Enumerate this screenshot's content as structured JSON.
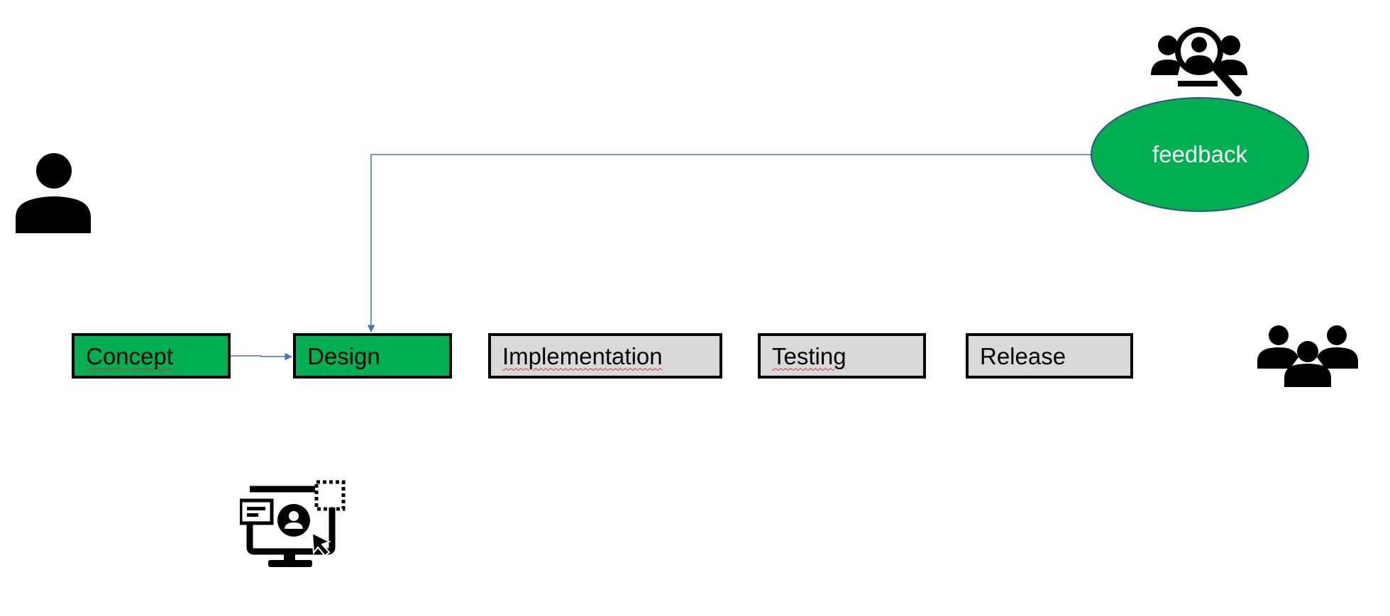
{
  "colors": {
    "active_stage": "#00b050",
    "inactive_stage": "#d9d9d9",
    "connector": "#4472c4",
    "ellipse_border": "#2f528f",
    "icon": "#000000"
  },
  "stages": [
    {
      "label": "Concept",
      "status": "active",
      "spellcheck": true
    },
    {
      "label": "Design",
      "status": "active",
      "spellcheck": false
    },
    {
      "label": "Implementation",
      "status": "inactive",
      "spellcheck": true
    },
    {
      "label": "Testing",
      "status": "inactive",
      "spellcheck": true
    },
    {
      "label": "Release",
      "status": "inactive",
      "spellcheck": false
    }
  ],
  "feedback": {
    "label": "feedback",
    "color": "#00b050"
  },
  "connectors": [
    {
      "from": "stages.0",
      "to": "stages.1"
    },
    {
      "from": "feedback",
      "to": "stages.1"
    }
  ],
  "icons": {
    "user": "user-icon",
    "search_users": "search-users-icon",
    "team": "team-icon",
    "ui_design": "ui-design-icon"
  }
}
